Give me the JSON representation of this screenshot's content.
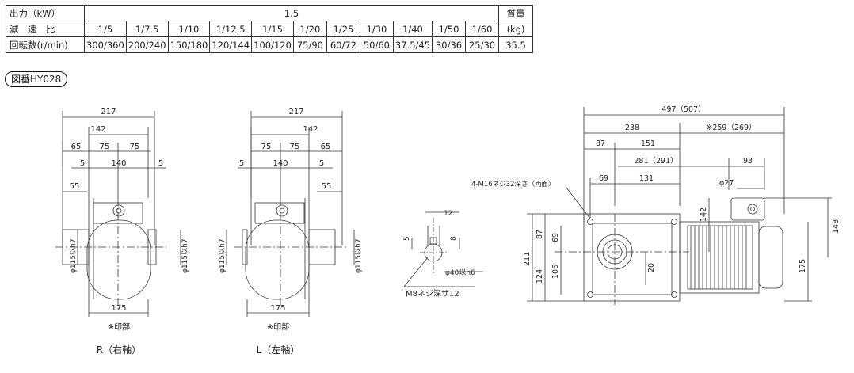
{
  "spec_table": {
    "output_label": "出力（kW）",
    "output_value": "1.5",
    "mass_label_1": "質量",
    "mass_label_2": "(kg)",
    "ratio_label": "減　速　比",
    "ratios": [
      "1/5",
      "1/7.5",
      "1/10",
      "1/12.5",
      "1/15",
      "1/20",
      "1/25",
      "1/30",
      "1/40",
      "1/50",
      "1/60"
    ],
    "speed_label": "回転数(r/min)",
    "speeds": [
      "300/360",
      "200/240",
      "150/180",
      "120/144",
      "100/120",
      "75/90",
      "60/72",
      "50/60",
      "37.5/45",
      "30/36",
      "25/30"
    ],
    "mass_value": "35.5"
  },
  "drawing_number": "図番HY028",
  "view_r": {
    "caption": "R（右軸）",
    "dim_217": "217",
    "dim_142": "142",
    "dim_65": "65",
    "dim_75a": "75",
    "dim_75b": "75",
    "dim_5a": "5",
    "dim_140": "140",
    "dim_5b": "5",
    "dim_55": "55",
    "dim_shaft_a": "φ115以h7",
    "dim_shaft_b": "φ115以h7",
    "dim_175": "175",
    "mark": "※印部"
  },
  "view_l": {
    "caption": "L（左軸）",
    "dim_217": "217",
    "dim_142": "142",
    "dim_75a": "75",
    "dim_75b": "75",
    "dim_65": "65",
    "dim_5a": "5",
    "dim_140": "140",
    "dim_5b": "5",
    "dim_55": "55",
    "dim_shaft_a": "φ115以h7",
    "dim_shaft_b": "φ115以h7",
    "dim_175": "175",
    "mark": "※印部"
  },
  "shaft_detail": {
    "dim_12": "12",
    "dim_5": "5",
    "dim_8": "8",
    "dim_dia": "φ40以h6",
    "thread": "M8ネジ深サ12"
  },
  "side_view": {
    "dim_total": "497（507）",
    "dim_238": "238",
    "dim_259": "※259（269）",
    "dim_87": "87",
    "dim_151": "151",
    "dim_281": "281（291）",
    "dim_93": "93",
    "dim_69": "69",
    "dim_131": "131",
    "dim_27": "φ27",
    "thread_note": "4-M16ネジ32深さ（両面）",
    "dim_142v": "142",
    "dim_148": "148",
    "dim_211": "211",
    "dim_87v": "87",
    "dim_69v": "69",
    "dim_124": "124",
    "dim_106": "106",
    "dim_20": "20",
    "dim_175": "175"
  }
}
